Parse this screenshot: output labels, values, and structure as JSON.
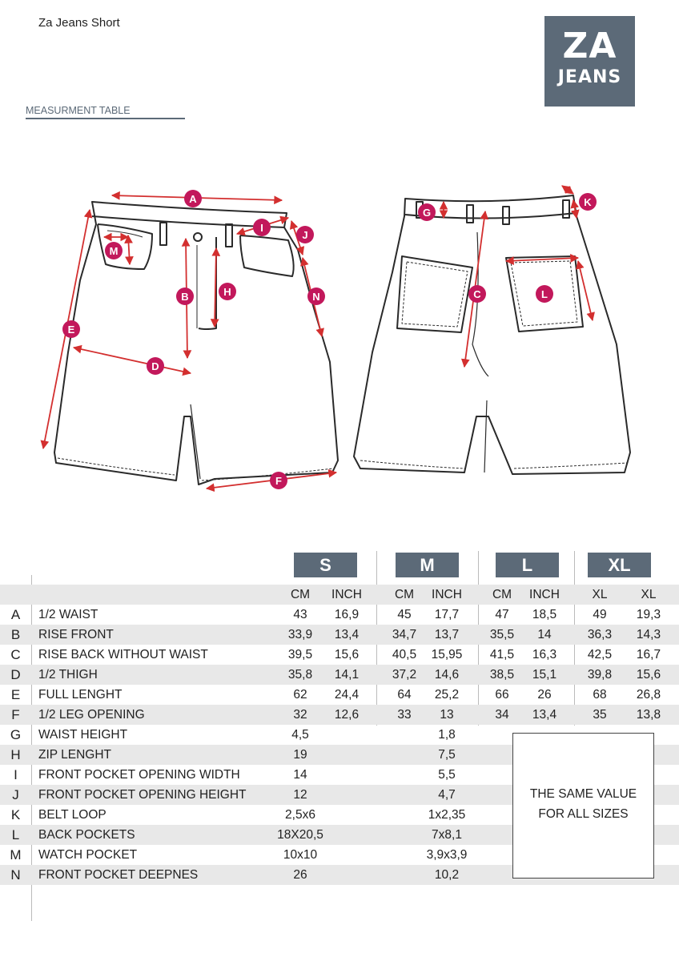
{
  "product_title": "Za Jeans Short",
  "logo": {
    "line1": "ZA",
    "line2": "JEANS"
  },
  "section_label": "MEASURMENT TABLE",
  "colors": {
    "brand_slate": "#5c6a78",
    "marker_magenta": "#c2185b",
    "arrow_red": "#d32f2f",
    "row_shade": "#e8e8e8"
  },
  "diagram_markers": {
    "front": [
      "A",
      "B",
      "D",
      "E",
      "F",
      "H",
      "I",
      "J",
      "M",
      "N"
    ],
    "back": [
      "C",
      "G",
      "K",
      "L"
    ]
  },
  "sizes": [
    "S",
    "M",
    "L",
    "XL"
  ],
  "units": [
    "CM",
    "INCH",
    "CM",
    "INCH",
    "CM",
    "INCH",
    "XL",
    "XL"
  ],
  "size_rows": [
    {
      "code": "A",
      "name": "1/2 WAIST",
      "values": [
        "43",
        "16,9",
        "45",
        "17,7",
        "47",
        "18,5",
        "49",
        "19,3"
      ]
    },
    {
      "code": "B",
      "name": "RISE FRONT",
      "values": [
        "33,9",
        "13,4",
        "34,7",
        "13,7",
        "35,5",
        "14",
        "36,3",
        "14,3"
      ]
    },
    {
      "code": "C",
      "name": "RISE BACK WITHOUT WAIST",
      "values": [
        "39,5",
        "15,6",
        "40,5",
        "15,95",
        "41,5",
        "16,3",
        "42,5",
        "16,7"
      ]
    },
    {
      "code": "D",
      "name": "1/2 THIGH",
      "values": [
        "35,8",
        "14,1",
        "37,2",
        "14,6",
        "38,5",
        "15,1",
        "39,8",
        "15,6"
      ]
    },
    {
      "code": "E",
      "name": "FULL LENGHT",
      "values": [
        "62",
        "24,4",
        "64",
        "25,2",
        "66",
        "26",
        "68",
        "26,8"
      ]
    },
    {
      "code": "F",
      "name": "1/2 LEG OPENING",
      "values": [
        "32",
        "12,6",
        "33",
        "13",
        "34",
        "13,4",
        "35",
        "13,8"
      ]
    }
  ],
  "common_rows": [
    {
      "code": "G",
      "name": "WAIST HEIGHT",
      "cm": "4,5",
      "inch": "1,8"
    },
    {
      "code": "H",
      "name": "ZIP LENGHT",
      "cm": "19",
      "inch": "7,5"
    },
    {
      "code": "I",
      "name": "FRONT POCKET OPENING WIDTH",
      "cm": "14",
      "inch": "5,5"
    },
    {
      "code": "J",
      "name": "FRONT POCKET OPENING HEIGHT",
      "cm": "12",
      "inch": "4,7"
    },
    {
      "code": "K",
      "name": "BELT LOOP",
      "cm": "2,5x6",
      "inch": "1x2,35"
    },
    {
      "code": "L",
      "name": "BACK POCKETS",
      "cm": "18X20,5",
      "inch": "7x8,1"
    },
    {
      "code": "M",
      "name": "WATCH POCKET",
      "cm": "10x10",
      "inch": "3,9x3,9"
    },
    {
      "code": "N",
      "name": "FRONT POCKET DEEPNES",
      "cm": "26",
      "inch": "10,2"
    }
  ],
  "same_value_note": {
    "line1": "THE SAME VALUE",
    "line2": "FOR ALL SIZES"
  }
}
